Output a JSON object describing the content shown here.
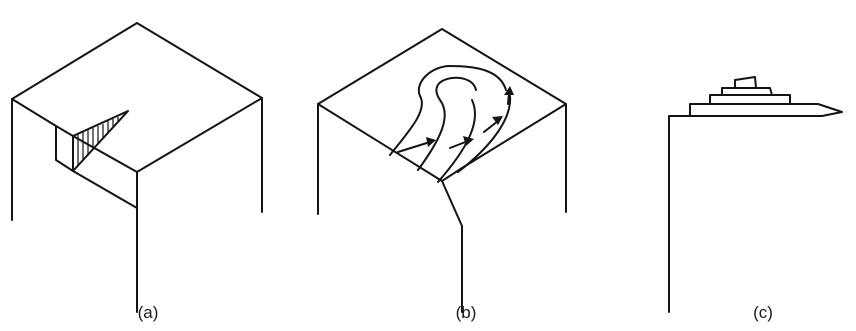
{
  "figure": {
    "panels": [
      {
        "id": "a",
        "label": "(a)"
      },
      {
        "id": "b",
        "label": "(b)"
      },
      {
        "id": "c",
        "label": "(c)"
      }
    ],
    "colors": {
      "ink": "#141414",
      "background": "#ffffff"
    }
  }
}
